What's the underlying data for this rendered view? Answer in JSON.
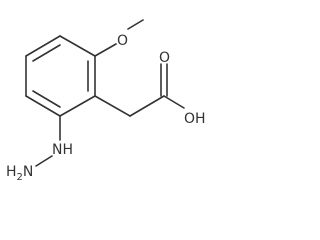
{
  "structure": {
    "atom_labels": {
      "methoxy_oxygen": "O",
      "hydroxyl": "OH",
      "carbonyl_oxygen": "O",
      "hydrazine_nh": "NH",
      "hydrazine_nh2_element": "H",
      "hydrazine_nh2_subscript": "2",
      "hydrazine_nh2_tail": "N"
    },
    "colors": {
      "bond": "#333333",
      "label": "#333333",
      "background": "#ffffff"
    }
  }
}
